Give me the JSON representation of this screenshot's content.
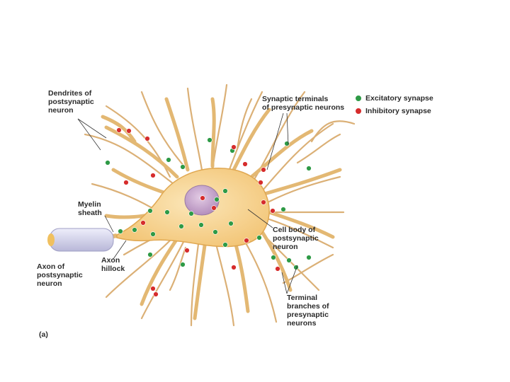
{
  "figure": {
    "part_label": "(a)",
    "labels": {
      "dendrites": "Dendrites of\npostsynaptic\nneuron",
      "synaptic_terminals": "Synaptic terminals\nof presynaptic neurons",
      "myelin_sheath": "Myelin\nsheath",
      "axon": "Axon of\npostsynaptic\nneuron",
      "axon_hillock": "Axon\nhillock",
      "cell_body": "Cell body of\npostsynaptic\nneuron",
      "terminal_branches": "Terminal\nbranches of\npresynaptic\nneurons"
    },
    "legend": [
      {
        "text": "Excitatory synapse",
        "color": "#2e9a46"
      },
      {
        "text": "Inhibitory synapse",
        "color": "#d62c2c"
      }
    ],
    "colors": {
      "dendrite": "#e7bf84",
      "dendrite_edge": "#c89a5c",
      "cell_body": "#f7d79a",
      "nucleus": "#c6a3c9",
      "myelin": "#d9d8ee",
      "excitatory": "#2e9a46",
      "inhibitory": "#d62c2c"
    }
  }
}
